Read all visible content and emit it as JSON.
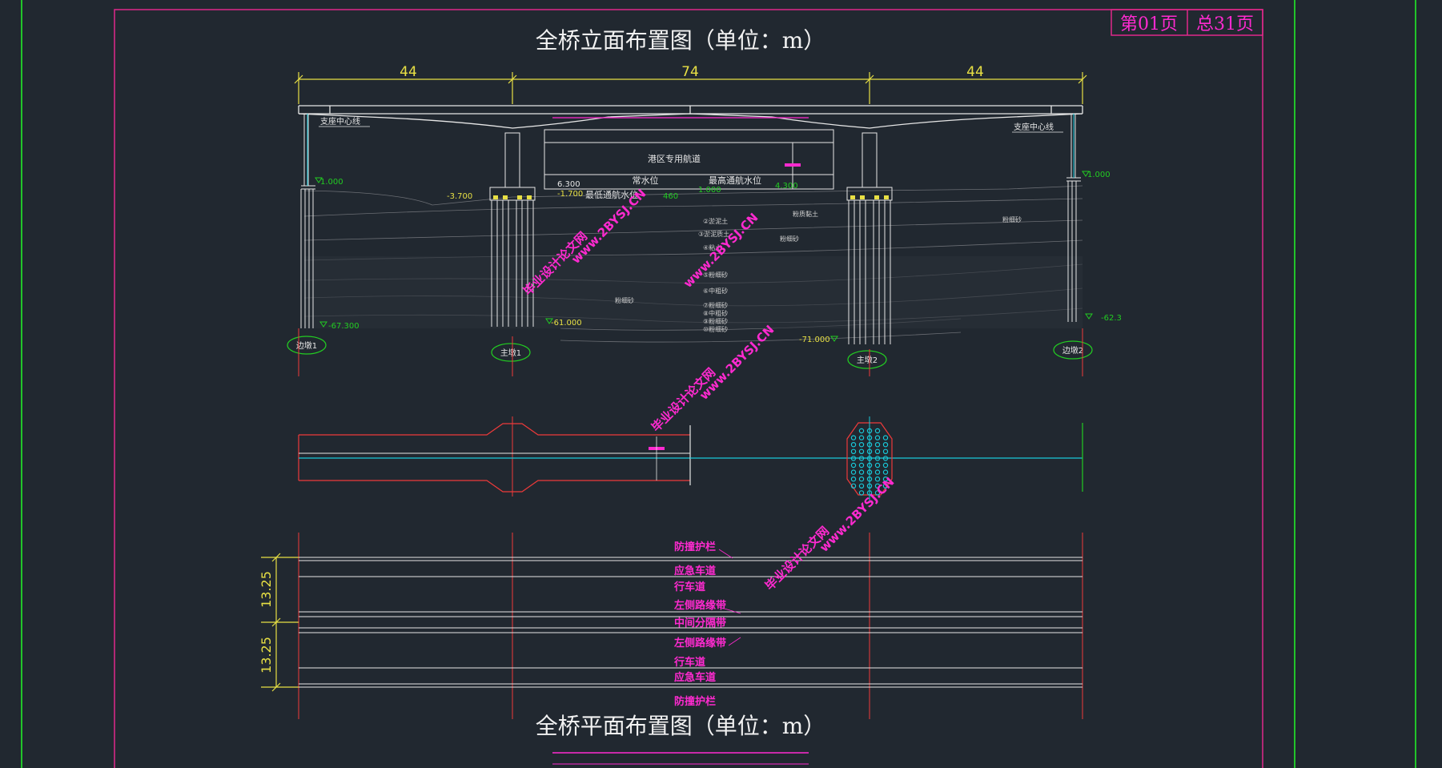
{
  "page": {
    "page_no": "第01页",
    "total_pages": "总31页"
  },
  "titles": {
    "elevation": "全桥立面布置图（单位：m）",
    "plan": "全桥平面布置图（单位：m）"
  },
  "spans": {
    "side_left": "44",
    "main": "74",
    "side_right": "44"
  },
  "notes": {
    "bearing_left": "支座中心线",
    "bearing_right": "支座中心线",
    "navigation": "港区专用航道",
    "normal_water": "常水位",
    "highest_nav": "最高通航水位",
    "lowest_nav": "最低通航水位"
  },
  "elevations": {
    "left_abut_top": "1.000",
    "right_abut_top": "1.000",
    "left_pier_ground": "-3.700",
    "nav_top": "6.300",
    "nav_low": "-1.700",
    "nav_460": "460",
    "nav_mid": "1.000",
    "nav_right": "4.300",
    "pile_left": "-67.300",
    "pile_mid_left": "-61.000",
    "pile_mid_right": "-71.000",
    "pile_right": "-62.3"
  },
  "soil_layers": [
    "②淤泥土",
    "③淤泥质土",
    "④粘土",
    "⑤粉细砂",
    "⑥中粗砂",
    "⑦粉细砂",
    "⑧中粗砂",
    "⑨粉细砂",
    "⑩粉细砂",
    "粉细砂",
    "粉质黏土",
    "粉细砂",
    "粉细砂"
  ],
  "supports": {
    "abut1": "边墩1",
    "pier1": "主墩1",
    "pier2": "主墩2",
    "abut2": "边墩2"
  },
  "plan": {
    "width_top": "13.25",
    "width_bottom": "13.25",
    "lanes": [
      "防撞护栏",
      "应急车道",
      "行车道",
      "左侧路缘带",
      "中间分隔带",
      "左侧路缘带",
      "行车道",
      "应急车道",
      "防撞护栏"
    ]
  },
  "watermark": {
    "url": "www.2BYSJ.CN",
    "name": "毕业设计论文网"
  },
  "colors": {
    "background": "#212830",
    "frame_magenta": "#e0288a",
    "frame_green": "#22c42a",
    "dim_yellow": "#e8e044",
    "text_magenta": "#ff2ad0",
    "line_white": "#e6e6e6",
    "cyan": "#19c8d8",
    "red": "#ee3a3a",
    "green_label": "#22cc22"
  }
}
